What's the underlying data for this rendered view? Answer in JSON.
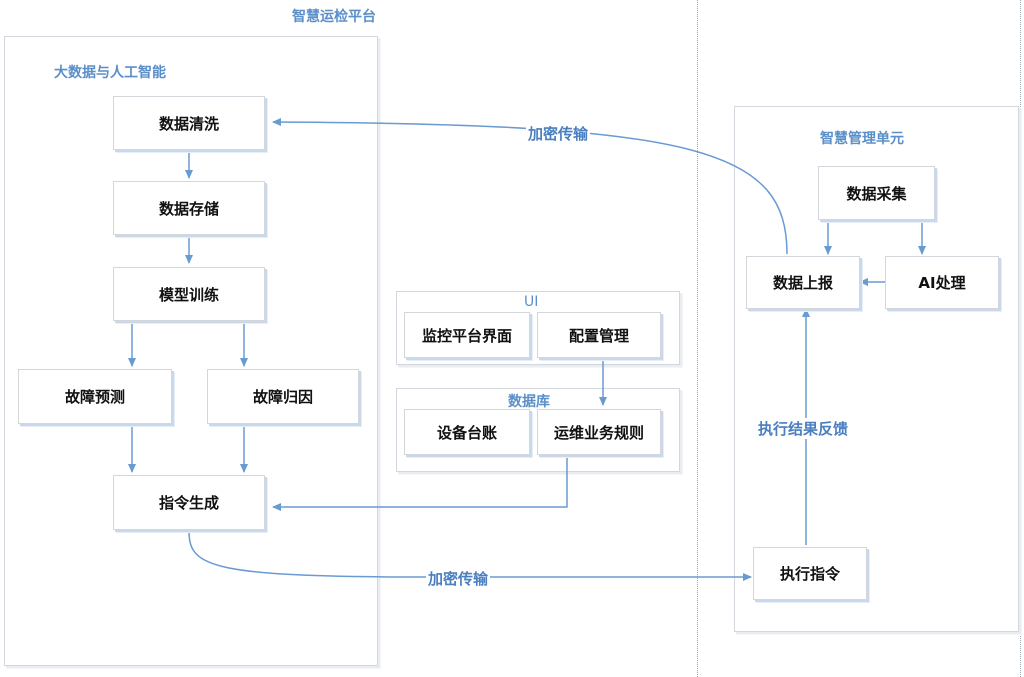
{
  "platform_title": "智慧运检平台",
  "big_data": {
    "title": "大数据与人工智能",
    "nodes": {
      "clean": "数据清洗",
      "store": "数据存储",
      "train": "模型训练",
      "predict": "故障预测",
      "attribution": "故障归因",
      "command": "指令生成"
    }
  },
  "ui_group": {
    "title": "UI",
    "nodes": {
      "monitor": "监控平台界面",
      "config": "配置管理"
    }
  },
  "db_group": {
    "title": "数据库",
    "nodes": {
      "ledger": "设备台账",
      "rules": "运维业务规则"
    }
  },
  "management_unit": {
    "title": "智慧管理单元",
    "nodes": {
      "collect": "数据采集",
      "report": "数据上报",
      "ai": "AI处理",
      "execute": "执行指令"
    }
  },
  "edge_labels": {
    "encrypt_top": "加密传输",
    "encrypt_bottom": "加密传输",
    "feedback": "执行结果反馈"
  },
  "colors": {
    "edge": "#6a9ad2",
    "title": "#5b8fc9"
  }
}
